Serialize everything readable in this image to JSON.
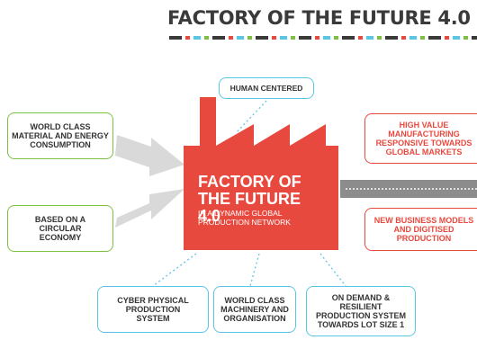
{
  "title": "FACTORY OF THE FUTURE 4.0",
  "colors": {
    "factory": "#e8493e",
    "green": "#7cc142",
    "blue": "#5bc5e8",
    "red": "#e8493e",
    "arrow": "#d9d9d9",
    "connector": "#7f8c8d",
    "title_rule": [
      "#3a3a3a",
      "#e8493e",
      "#5bc5e8",
      "#7cc142",
      "#3a3a3a",
      "#e8493e",
      "#5bc5e8",
      "#7cc142"
    ]
  },
  "center": {
    "title": "FACTORY OF THE FUTURE 4.0",
    "subtitle": "IN A DYNAMIC GLOBAL PRODUCTION NETWORK"
  },
  "top_box": {
    "label": "HUMAN CENTERED"
  },
  "left_boxes": [
    {
      "label": "WORLD CLASS MATERIAL AND ENERGY CONSUMPTION"
    },
    {
      "label": "BASED ON A CIRCULAR ECONOMY"
    }
  ],
  "right_boxes": [
    {
      "label": "HIGH VALUE MANUFACTURING RESPONSIVE TOWARDS GLOBAL MARKETS"
    },
    {
      "label": "NEW BUSINESS MODELS AND DIGITISED PRODUCTION"
    }
  ],
  "bottom_boxes": [
    {
      "label": "CYBER PHYSICAL PRODUCTION SYSTEM"
    },
    {
      "label": "WORLD CLASS MACHINERY AND ORGANISATION"
    },
    {
      "label": "ON DEMAND & RESILIENT PRODUCTION SYSTEM TOWARDS LOT SIZE 1"
    }
  ]
}
